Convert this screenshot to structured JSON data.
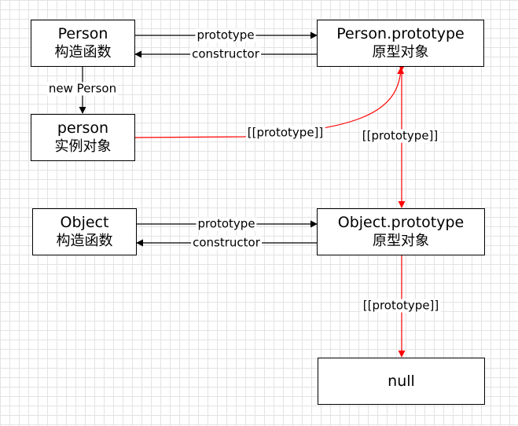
{
  "nodes": {
    "person_ctor": {
      "title": "Person",
      "subtitle": "构造函数"
    },
    "person_proto": {
      "title": "Person.prototype",
      "subtitle": "原型对象"
    },
    "person_instance": {
      "title": "person",
      "subtitle": "实例对象"
    },
    "object_ctor": {
      "title": "Object",
      "subtitle": "构造函数"
    },
    "object_proto": {
      "title": "Object.prototype",
      "subtitle": "原型对象"
    },
    "null_node": {
      "title": "null"
    }
  },
  "edges": {
    "person_prototype": "prototype",
    "person_constructor": "constructor",
    "new_person": "new Person",
    "instance_proto": "[[prototype]]",
    "person_proto_to_object_proto": "[[prototype]]",
    "object_prototype": "prototype",
    "object_constructor": "constructor",
    "object_proto_to_null": "[[prototype]]"
  },
  "colors": {
    "line_black": "#000000",
    "line_red": "#ff0000",
    "grid": "#e3e3e3"
  }
}
